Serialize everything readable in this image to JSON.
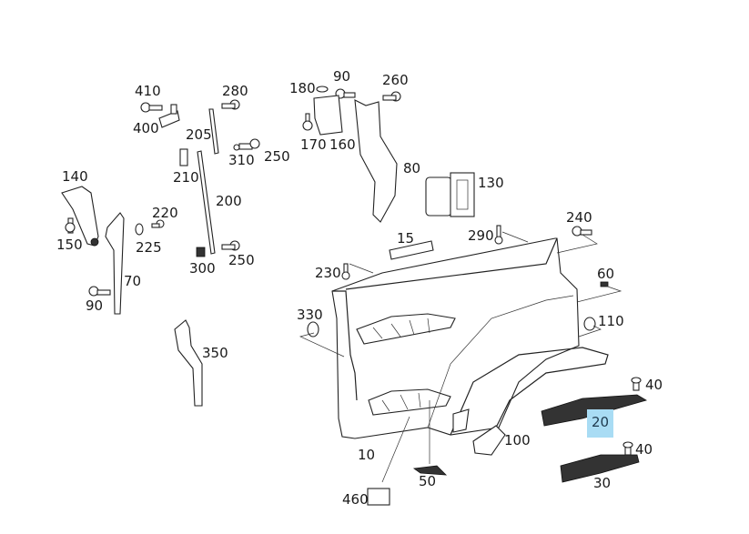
{
  "diagram": {
    "title": "Exploded parts diagram - front fender / step assembly",
    "highlight_color": "#a9dcf4",
    "selected_part": "20",
    "labels": [
      {
        "id": "410",
        "text": "410"
      },
      {
        "id": "280",
        "text": "280"
      },
      {
        "id": "400",
        "text": "400"
      },
      {
        "id": "205",
        "text": "205"
      },
      {
        "id": "310",
        "text": "310"
      },
      {
        "id": "250a",
        "text": "250"
      },
      {
        "id": "210",
        "text": "210"
      },
      {
        "id": "140",
        "text": "140"
      },
      {
        "id": "200",
        "text": "200"
      },
      {
        "id": "220",
        "text": "220"
      },
      {
        "id": "150",
        "text": "150"
      },
      {
        "id": "225",
        "text": "225"
      },
      {
        "id": "250b",
        "text": "250"
      },
      {
        "id": "300",
        "text": "300"
      },
      {
        "id": "70",
        "text": "70"
      },
      {
        "id": "90a",
        "text": "90"
      },
      {
        "id": "350",
        "text": "350"
      },
      {
        "id": "180",
        "text": "180"
      },
      {
        "id": "90b",
        "text": "90"
      },
      {
        "id": "260",
        "text": "260"
      },
      {
        "id": "170",
        "text": "170"
      },
      {
        "id": "160",
        "text": "160"
      },
      {
        "id": "80",
        "text": "80"
      },
      {
        "id": "130",
        "text": "130"
      },
      {
        "id": "15",
        "text": "15"
      },
      {
        "id": "290",
        "text": "290"
      },
      {
        "id": "240",
        "text": "240"
      },
      {
        "id": "230",
        "text": "230"
      },
      {
        "id": "60",
        "text": "60"
      },
      {
        "id": "330",
        "text": "330"
      },
      {
        "id": "110",
        "text": "110"
      },
      {
        "id": "40a",
        "text": "40"
      },
      {
        "id": "20",
        "text": "20"
      },
      {
        "id": "40b",
        "text": "40"
      },
      {
        "id": "100",
        "text": "100"
      },
      {
        "id": "10",
        "text": "10"
      },
      {
        "id": "30",
        "text": "30"
      },
      {
        "id": "50",
        "text": "50"
      },
      {
        "id": "460",
        "text": "460"
      }
    ]
  }
}
